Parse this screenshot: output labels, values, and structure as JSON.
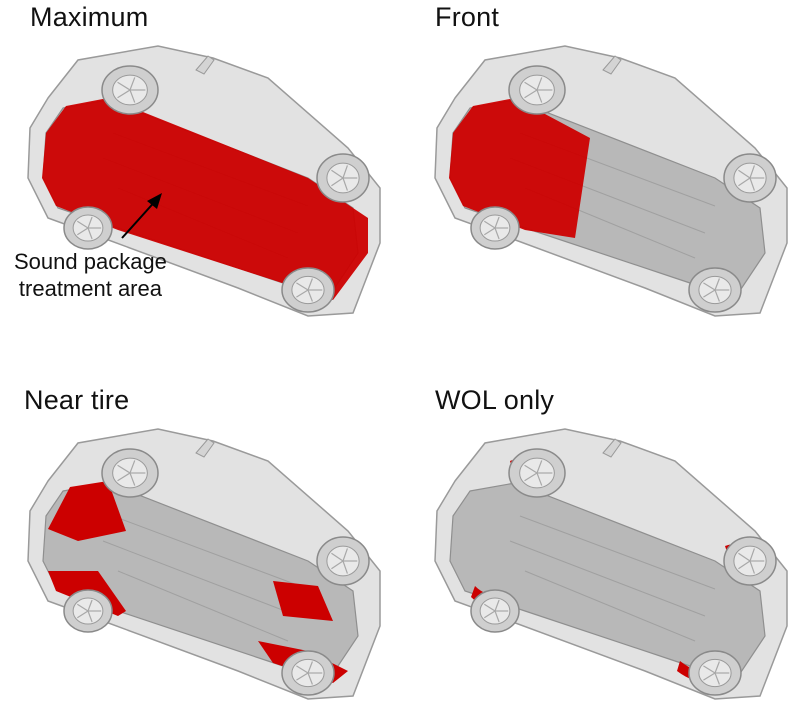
{
  "panels": [
    {
      "id": "maximum",
      "title": "Maximum",
      "treatment": "maximum"
    },
    {
      "id": "front",
      "title": "Front",
      "treatment": "front"
    },
    {
      "id": "near-tire",
      "title": "Near tire",
      "treatment": "near-tire"
    },
    {
      "id": "wol-only",
      "title": "WOL only",
      "treatment": "wol-only"
    }
  ],
  "annotation": {
    "line1": "Sound package",
    "line2": "treatment area"
  },
  "colors": {
    "treatment": "#cc0000",
    "underbody": "#b8b8b8",
    "body": "#e2e2e2",
    "tire": "#cfcfcf"
  }
}
